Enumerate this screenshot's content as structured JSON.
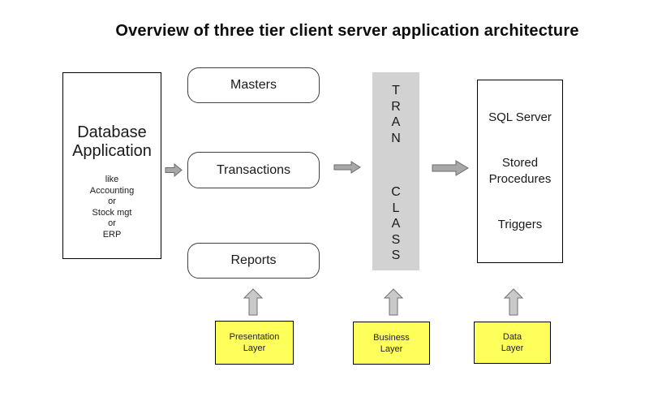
{
  "title": "Overview of three tier client server application architecture",
  "database_box": {
    "title": "Database\nApplication",
    "examples": "like\nAccounting\nor\nStock mgt\nor\nERP"
  },
  "rounded_boxes": [
    {
      "label": "Masters"
    },
    {
      "label": "Transactions"
    },
    {
      "label": "Reports"
    }
  ],
  "tran_class_box": {
    "top": "T\nR\nA\nN",
    "bottom": "C\nL\nA\nS\nS"
  },
  "server_box": {
    "items": [
      "SQL Server",
      "Stored\nProcedures",
      "Triggers"
    ]
  },
  "layer_boxes": [
    {
      "label": "Presentation\nLayer"
    },
    {
      "label": "Business\nLayer"
    },
    {
      "label": "Data\nLayer"
    }
  ],
  "icons": {
    "horizontal_arrows": [
      "right-arrow-db-to-transactions",
      "right-arrow-transactions-to-tran-class",
      "right-arrow-tran-class-to-sql-server"
    ],
    "up_arrows": [
      "up-arrow-presentation-to-reports",
      "up-arrow-business-to-tran-class",
      "up-arrow-data-to-sql-server"
    ]
  },
  "colors": {
    "background": "#ffffff",
    "box_border": "#000000",
    "tran_box_fill": "#d2d2d2",
    "layer_box_fill": "#ffff5c",
    "horizontal_arrow_fill": "#a8a8a8",
    "up_arrow_fill": "#c9c9c9",
    "text": "#1a1a1a"
  }
}
